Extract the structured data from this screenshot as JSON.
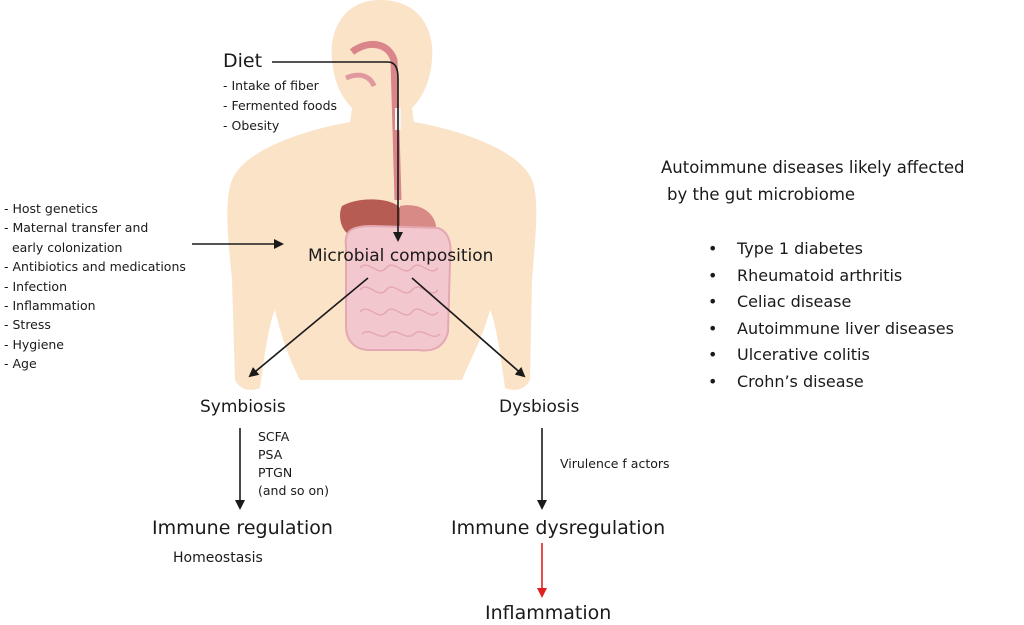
{
  "diet": {
    "title": "Diet",
    "items": [
      "- Intake of fiber",
      "- Fermented foods",
      "- Obesity"
    ]
  },
  "factors": {
    "items": [
      "- Host genetics",
      "- Maternal transfer and",
      "  early colonization",
      "- Antibiotics and medications",
      "- Infection",
      "- Inflammation",
      "- Stress",
      "- Hygiene",
      "- Age"
    ]
  },
  "microbial_composition": "Microbial composition",
  "symbiosis": {
    "title": "Symbiosis",
    "products": [
      "SCFA",
      "PSA",
      "PTGN",
      "(and so on)"
    ],
    "outcome": "Immune regulation",
    "note": "Homeostasis"
  },
  "dysbiosis": {
    "title": "Dysbiosis",
    "factor": "Virulence f actors",
    "outcome": "Immune dysregulation",
    "final": "Inflammation"
  },
  "autoimmune": {
    "heading_line1": "Autoimmune diseases likely affected",
    "heading_line2": "by the gut microbiome",
    "bullet": "•",
    "diseases": [
      "Type 1 diabetes",
      "Rheumatoid arthritis",
      "Celiac disease",
      "Autoimmune liver diseases",
      "Ulcerative colitis",
      "Crohn’s disease"
    ]
  },
  "colors": {
    "skin": "#fbe3c8",
    "esophagus": "#d9858a",
    "liver": "#b65c52",
    "intestine": "#f3c7ce",
    "arrow": "#1a1a1a",
    "inflammation_arrow": "#e02020"
  }
}
